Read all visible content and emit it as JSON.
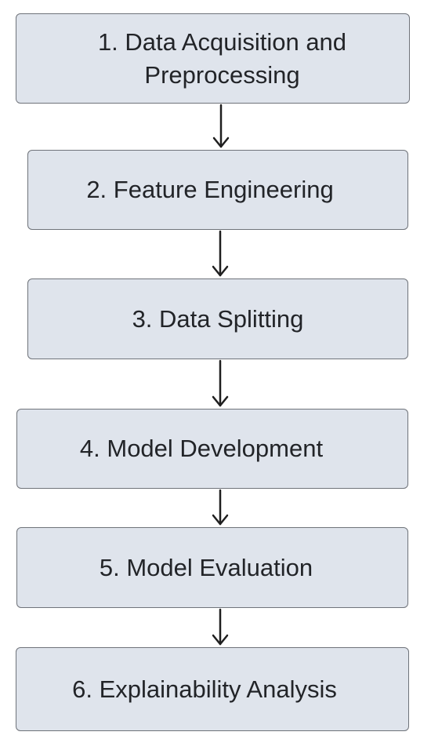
{
  "flowchart": {
    "steps": [
      {
        "label": "1. Data Acquisition and\nPreprocessing"
      },
      {
        "label": "2. Feature Engineering"
      },
      {
        "label": "3. Data Splitting"
      },
      {
        "label": "4. Model Development"
      },
      {
        "label": "5. Model Evaluation"
      },
      {
        "label": "6. Explainability Analysis"
      }
    ]
  },
  "colors": {
    "box_fill": "#dfe4ec",
    "box_border": "#6f737a",
    "text": "#222428",
    "arrow": "#1f1f1f"
  }
}
